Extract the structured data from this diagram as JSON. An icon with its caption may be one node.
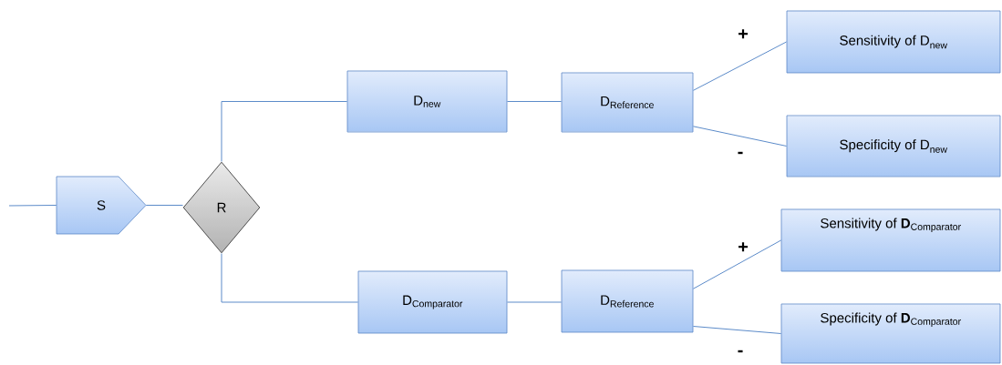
{
  "diagram": {
    "nodes": [
      {
        "text": [
          "S"
        ]
      },
      {
        "text": [
          "R"
        ]
      },
      {
        "text": [
          "\\mathrm{D}_{\\mathrm{new}}"
        ]
      },
      {
        "text": [
          "\\mathrm{D}_{\\mathrm{Reference}}"
        ]
      },
      {
        "text": [
          "\\mathrm{Sensitivity\\ of\\ D}_{\\mathrm{new}}"
        ]
      },
      {
        "text": [
          "\\mathrm{Specificity\\ of\\ D}_{\\mathrm{new}}"
        ]
      },
      {
        "text": [
          "\\mathrm{D}_{\\mathrm{Comparator}}"
        ]
      },
      {
        "text": [
          "\\mathrm{D}_{\\mathrm{Reference}}"
        ]
      },
      {
        "text": [
          "\\mathrm{Sensitivity\\ of\\ }\\mathbf{D}_{\\mathrm{Comparator}}"
        ]
      },
      {
        "text": [
          "\\mathrm{Specificity\\ of\\ }\\mathbf{D}_{\\mathrm{Comparator}}"
        ]
      }
    ],
    "edges": [
      {
        "from": null,
        "to": 0,
        "arrow": "none"
      },
      {
        "from": 0,
        "to": 1,
        "arrow": "none"
      },
      {
        "from": 1,
        "to": 2,
        "arrow": "none"
      },
      {
        "from": 2,
        "to": 3,
        "arrow": "none"
      },
      {
        "from": 3,
        "to": 4,
        "arrow": "none",
        "label": "+"
      },
      {
        "from": 3,
        "to": 5,
        "arrow": "none",
        "label": "-"
      },
      {
        "from": 1,
        "to": 6,
        "arrow": "none"
      },
      {
        "from": 6,
        "to": 7,
        "arrow": "none"
      },
      {
        "from": 7,
        "to": 8,
        "arrow": "none",
        "label": "+"
      },
      {
        "from": 7,
        "to": 9,
        "arrow": "none",
        "label": "-"
      }
    ]
  }
}
